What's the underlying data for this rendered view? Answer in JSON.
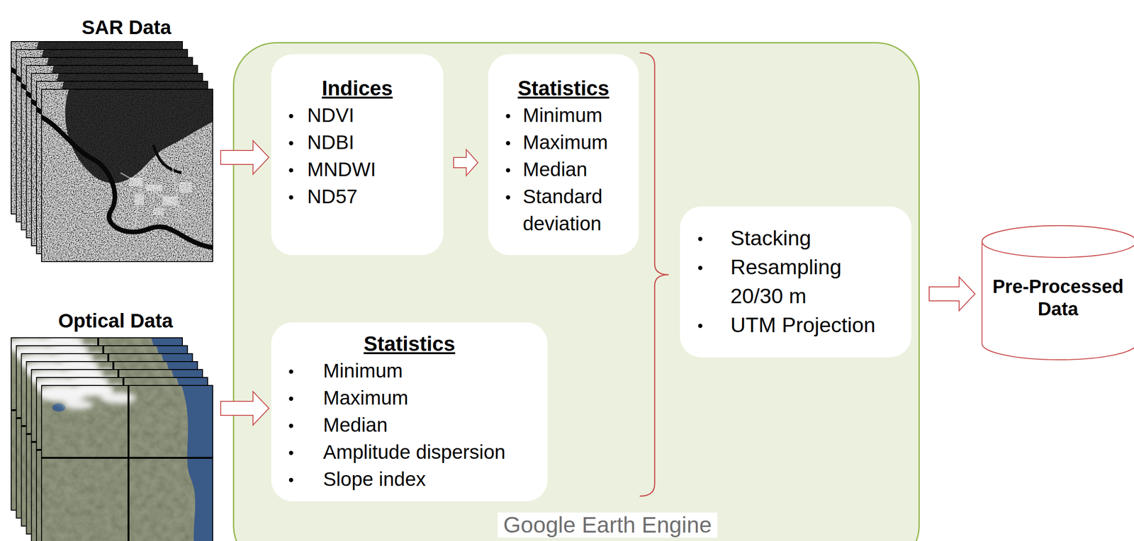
{
  "diagram": {
    "nodes": [
      {
        "text": [
          "SAR Data"
        ]
      },
      {
        "text": [
          "Optical Data"
        ]
      },
      {
        "text": [
          "Google Earth Engine"
        ]
      },
      {
        "text": [
          "Indices",
          "NDVI",
          "NDBI",
          "MNDWI",
          "ND57"
        ],
        "in": 2
      },
      {
        "text": [
          "Statistics",
          "Minimum",
          "Maximum",
          "Median",
          "Standard deviation"
        ],
        "in": 2
      },
      {
        "text": [
          "Statistics",
          "Minimum",
          "Maximum",
          "Median",
          "Amplitude dispersion",
          "Slope index"
        ],
        "in": 2
      },
      {
        "text": [
          "Stacking",
          "Resampling 20/30 m",
          "UTM Projection"
        ],
        "in": 2
      },
      {
        "text": [
          "Pre-Processed Data"
        ]
      }
    ],
    "edges": [
      {
        "from": 0,
        "to": 3,
        "arrow": "to"
      },
      {
        "from": 3,
        "to": 4,
        "arrow": "to"
      },
      {
        "from": 1,
        "to": 5,
        "arrow": "to"
      },
      {
        "from": 6,
        "to": 7,
        "arrow": "to"
      }
    ]
  }
}
